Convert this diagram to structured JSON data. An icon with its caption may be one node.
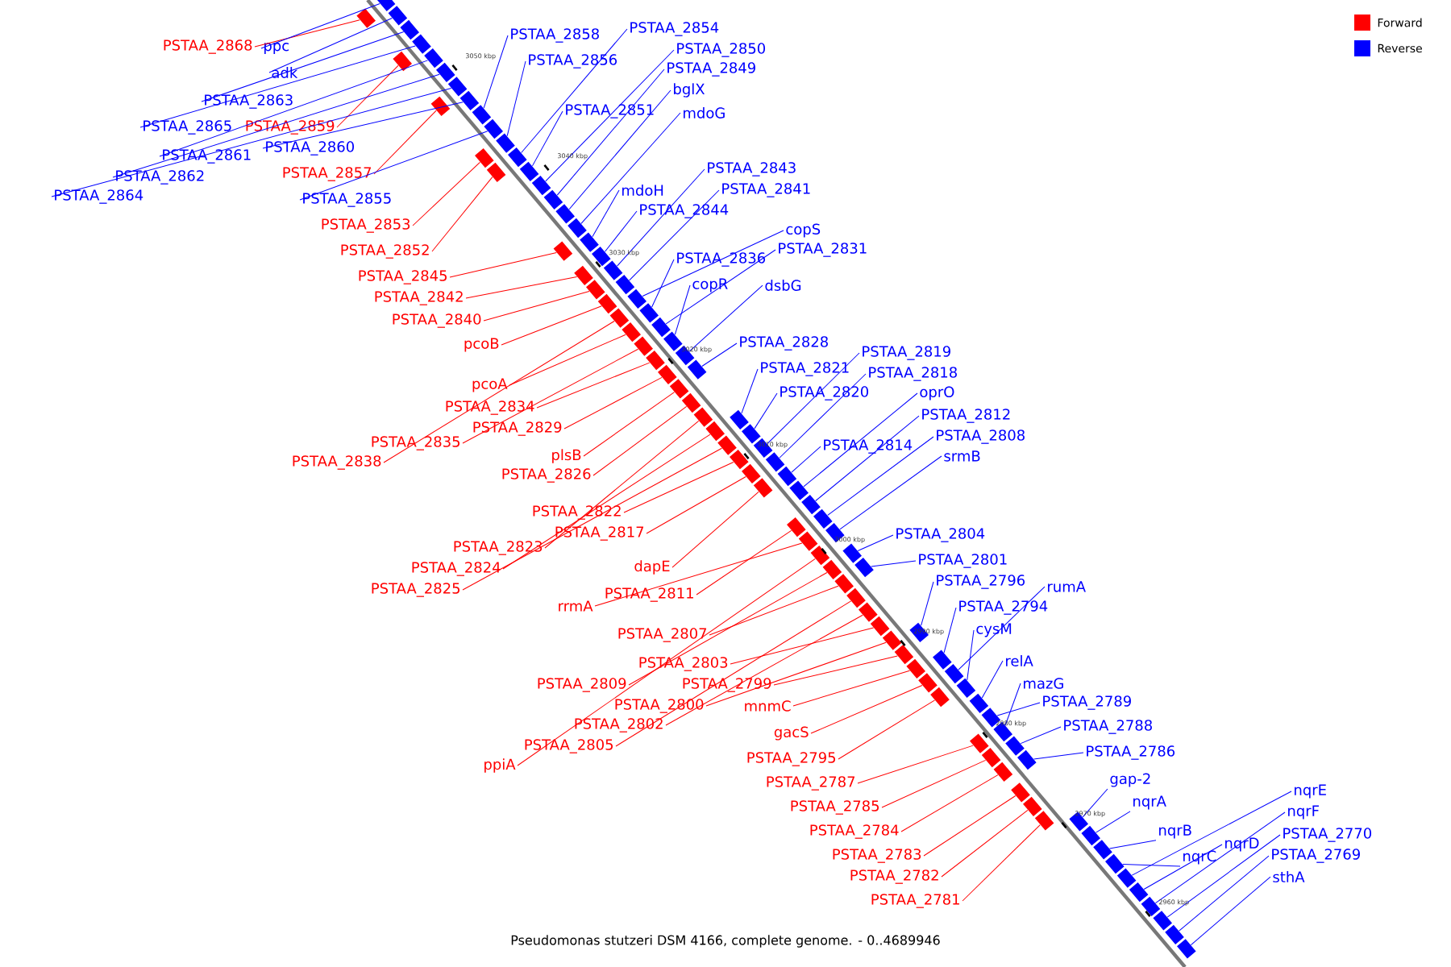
{
  "diagram": {
    "caption": "Pseudomonas stutzeri DSM 4166, complete genome. - 0..4689946",
    "nodes": [
      {
        "text": [
          "PSTAA_2868"
        ]
      },
      {
        "text": [
          "ppc"
        ]
      },
      {
        "text": [
          "PSTAA_2858"
        ]
      },
      {
        "text": [
          "PSTAA_2854"
        ]
      },
      {
        "text": [
          "PSTAA_2856"
        ]
      },
      {
        "text": [
          "PSTAA_2850"
        ]
      },
      {
        "text": [
          "adk"
        ]
      },
      {
        "text": [
          "PSTAA_2849"
        ]
      },
      {
        "text": [
          "bglX"
        ]
      },
      {
        "text": [
          "PSTAA_2863"
        ]
      },
      {
        "text": [
          "PSTAA_2851"
        ]
      },
      {
        "text": [
          "mdoG"
        ]
      },
      {
        "text": [
          "PSTAA_2865"
        ]
      },
      {
        "text": [
          "PSTAA_2859"
        ]
      },
      {
        "text": [
          "PSTAA_2860"
        ]
      },
      {
        "text": [
          "PSTAA_2861"
        ]
      },
      {
        "text": [
          "PSTAA_2843"
        ]
      },
      {
        "text": [
          "PSTAA_2857"
        ]
      },
      {
        "text": [
          "PSTAA_2862"
        ]
      },
      {
        "text": [
          "mdoH"
        ]
      },
      {
        "text": [
          "PSTAA_2841"
        ]
      },
      {
        "text": [
          "PSTAA_2864"
        ]
      },
      {
        "text": [
          "PSTAA_2855"
        ]
      },
      {
        "text": [
          "PSTAA_2844"
        ]
      },
      {
        "text": [
          "PSTAA_2853"
        ]
      },
      {
        "text": [
          "copS"
        ]
      },
      {
        "text": [
          "PSTAA_2831"
        ]
      },
      {
        "text": [
          "PSTAA_2852"
        ]
      },
      {
        "text": [
          "PSTAA_2836"
        ]
      },
      {
        "text": [
          "PSTAA_2845"
        ]
      },
      {
        "text": [
          "copR"
        ]
      },
      {
        "text": [
          "dsbG"
        ]
      },
      {
        "text": [
          "PSTAA_2842"
        ]
      },
      {
        "text": [
          "PSTAA_2840"
        ]
      },
      {
        "text": [
          "PSTAA_2828"
        ]
      },
      {
        "text": [
          "pcoB"
        ]
      },
      {
        "text": [
          "PSTAA_2819"
        ]
      },
      {
        "text": [
          "PSTAA_2821"
        ]
      },
      {
        "text": [
          "PSTAA_2818"
        ]
      },
      {
        "text": [
          "pcoA"
        ]
      },
      {
        "text": [
          "PSTAA_2820"
        ]
      },
      {
        "text": [
          "oprO"
        ]
      },
      {
        "text": [
          "PSTAA_2834"
        ]
      },
      {
        "text": [
          "PSTAA_2812"
        ]
      },
      {
        "text": [
          "PSTAA_2829"
        ]
      },
      {
        "text": [
          "PSTAA_2808"
        ]
      },
      {
        "text": [
          "PSTAA_2835"
        ]
      },
      {
        "text": [
          "PSTAA_2814"
        ]
      },
      {
        "text": [
          "plsB"
        ]
      },
      {
        "text": [
          "srmB"
        ]
      },
      {
        "text": [
          "PSTAA_2838"
        ]
      },
      {
        "text": [
          "PSTAA_2826"
        ]
      },
      {
        "text": [
          "PSTAA_2822"
        ]
      },
      {
        "text": [
          "PSTAA_2817"
        ]
      },
      {
        "text": [
          "PSTAA_2804"
        ]
      },
      {
        "text": [
          "PSTAA_2823"
        ]
      },
      {
        "text": [
          "PSTAA_2801"
        ]
      },
      {
        "text": [
          "dapE"
        ]
      },
      {
        "text": [
          "PSTAA_2824"
        ]
      },
      {
        "text": [
          "PSTAA_2796"
        ]
      },
      {
        "text": [
          "rumA"
        ]
      },
      {
        "text": [
          "PSTAA_2825"
        ]
      },
      {
        "text": [
          "PSTAA_2811"
        ]
      },
      {
        "text": [
          "rrmA"
        ]
      },
      {
        "text": [
          "PSTAA_2794"
        ]
      },
      {
        "text": [
          "cysM"
        ]
      },
      {
        "text": [
          "PSTAA_2807"
        ]
      },
      {
        "text": [
          "relA"
        ]
      },
      {
        "text": [
          "PSTAA_2803"
        ]
      },
      {
        "text": [
          "mazG"
        ]
      },
      {
        "text": [
          "PSTAA_2809"
        ]
      },
      {
        "text": [
          "PSTAA_2799"
        ]
      },
      {
        "text": [
          "PSTAA_2789"
        ]
      },
      {
        "text": [
          "PSTAA_2800"
        ]
      },
      {
        "text": [
          "mnmC"
        ]
      },
      {
        "text": [
          "PSTAA_2802"
        ]
      },
      {
        "text": [
          "PSTAA_2788"
        ]
      },
      {
        "text": [
          "gacS"
        ]
      },
      {
        "text": [
          "PSTAA_2805"
        ]
      },
      {
        "text": [
          "PSTAA_2786"
        ]
      },
      {
        "text": [
          "PSTAA_2795"
        ]
      },
      {
        "text": [
          "ppiA"
        ]
      },
      {
        "text": [
          "gap-2"
        ]
      },
      {
        "text": [
          "PSTAA_2787"
        ]
      },
      {
        "text": [
          "nqrE"
        ]
      },
      {
        "text": [
          "nqrA"
        ]
      },
      {
        "text": [
          "PSTAA_2785"
        ]
      },
      {
        "text": [
          "nqrF"
        ]
      },
      {
        "text": [
          "nqrB"
        ]
      },
      {
        "text": [
          "PSTAA_2784"
        ]
      },
      {
        "text": [
          "PSTAA_2770"
        ]
      },
      {
        "text": [
          "nqrD"
        ]
      },
      {
        "text": [
          "PSTAA_2769"
        ]
      },
      {
        "text": [
          "PSTAA_2783"
        ]
      },
      {
        "text": [
          "nqrC"
        ]
      },
      {
        "text": [
          "sthA"
        ]
      },
      {
        "text": [
          "PSTAA_2782"
        ]
      },
      {
        "text": [
          "PSTAA_2781"
        ]
      },
      {
        "text": [],
        "shape": "box"
      },
      {
        "text": [],
        "shape": "box"
      },
      {
        "text": [],
        "shape": "box"
      },
      {
        "text": [],
        "shape": "box"
      },
      {
        "text": [],
        "shape": "box"
      },
      {
        "text": [],
        "shape": "box"
      },
      {
        "text": [],
        "shape": "box"
      },
      {
        "text": [],
        "shape": "box"
      },
      {
        "text": [],
        "shape": "box"
      },
      {
        "text": [],
        "shape": "box"
      },
      {
        "text": [],
        "shape": "box"
      },
      {
        "text": [],
        "shape": "box"
      },
      {
        "text": [],
        "shape": "box"
      },
      {
        "text": [],
        "shape": "box"
      },
      {
        "text": [],
        "shape": "box"
      },
      {
        "text": [],
        "shape": "box"
      },
      {
        "text": [],
        "shape": "box"
      },
      {
        "text": [],
        "shape": "box"
      },
      {
        "text": [],
        "shape": "box"
      },
      {
        "text": [],
        "shape": "box"
      },
      {
        "text": [],
        "shape": "box"
      },
      {
        "text": [],
        "shape": "box"
      },
      {
        "text": [],
        "shape": "box"
      },
      {
        "text": [],
        "shape": "box"
      },
      {
        "text": [],
        "shape": "box"
      },
      {
        "text": [],
        "shape": "box"
      },
      {
        "text": [],
        "shape": "box"
      },
      {
        "text": [],
        "shape": "box"
      },
      {
        "text": [],
        "shape": "box"
      },
      {
        "text": [],
        "shape": "box"
      },
      {
        "text": [],
        "shape": "box"
      },
      {
        "text": [],
        "shape": "box"
      },
      {
        "text": [],
        "shape": "box"
      },
      {
        "text": [],
        "shape": "box"
      },
      {
        "text": [],
        "shape": "box"
      },
      {
        "text": [],
        "shape": "box"
      },
      {
        "text": [],
        "shape": "box"
      },
      {
        "text": [],
        "shape": "box"
      },
      {
        "text": [],
        "shape": "box"
      },
      {
        "text": [],
        "shape": "box"
      },
      {
        "text": [],
        "shape": "box"
      },
      {
        "text": [],
        "shape": "box"
      },
      {
        "text": [],
        "shape": "box"
      },
      {
        "text": [],
        "shape": "box"
      },
      {
        "text": [],
        "shape": "box"
      },
      {
        "text": [],
        "shape": "box"
      },
      {
        "text": [],
        "shape": "box"
      },
      {
        "text": [],
        "shape": "box"
      },
      {
        "text": [],
        "shape": "box"
      },
      {
        "text": [],
        "shape": "box"
      },
      {
        "text": [],
        "shape": "box"
      },
      {
        "text": [],
        "shape": "box"
      },
      {
        "text": [],
        "shape": "box"
      },
      {
        "text": [],
        "shape": "box"
      },
      {
        "text": [],
        "shape": "box"
      },
      {
        "text": [],
        "shape": "box"
      },
      {
        "text": [],
        "shape": "box"
      },
      {
        "text": [],
        "shape": "box"
      },
      {
        "text": [],
        "shape": "box"
      },
      {
        "text": [],
        "shape": "box"
      },
      {
        "text": [],
        "shape": "box"
      },
      {
        "text": [],
        "shape": "box"
      },
      {
        "text": [],
        "shape": "box"
      },
      {
        "text": [],
        "shape": "box"
      },
      {
        "text": [],
        "shape": "box"
      },
      {
        "text": [],
        "shape": "box"
      },
      {
        "text": [],
        "shape": "box"
      },
      {
        "text": [],
        "shape": "box"
      },
      {
        "text": [],
        "shape": "box"
      },
      {
        "text": [],
        "shape": "box"
      },
      {
        "text": [],
        "shape": "box"
      },
      {
        "text": [],
        "shape": "box"
      },
      {
        "text": [],
        "shape": "box"
      },
      {
        "text": [],
        "shape": "box"
      },
      {
        "text": [],
        "shape": "box"
      },
      {
        "text": [],
        "shape": "box"
      },
      {
        "text": [],
        "shape": "box"
      },
      {
        "text": [],
        "shape": "box"
      },
      {
        "text": [],
        "shape": "box"
      },
      {
        "text": [],
        "shape": "box"
      },
      {
        "text": [],
        "shape": "box"
      },
      {
        "text": [],
        "shape": "box"
      },
      {
        "text": [],
        "shape": "box"
      },
      {
        "text": [],
        "shape": "box"
      },
      {
        "text": [],
        "shape": "box"
      },
      {
        "text": [],
        "shape": "box"
      },
      {
        "text": [],
        "shape": "box"
      },
      {
        "text": [],
        "shape": "box"
      },
      {
        "text": [],
        "shape": "box"
      },
      {
        "text": [],
        "shape": "box"
      },
      {
        "text": [],
        "shape": "box"
      },
      {
        "text": [],
        "shape": "box"
      },
      {
        "text": [],
        "shape": "box"
      },
      {
        "text": [],
        "shape": "box"
      },
      {
        "text": [],
        "shape": "box"
      },
      {
        "text": [],
        "shape": "box"
      },
      {
        "text": [],
        "shape": "box"
      },
      {
        "text": [],
        "shape": "box"
      }
    ],
    "edges": [
      {
        "from": 0,
        "to": 98,
        "arrow": "none",
        "color": "#ff0000"
      },
      {
        "from": 1,
        "to": 99,
        "arrow": "none"
      },
      {
        "from": 2,
        "to": 100,
        "arrow": "none"
      },
      {
        "from": 3,
        "to": 101,
        "arrow": "none"
      },
      {
        "from": 4,
        "to": 102,
        "arrow": "none"
      },
      {
        "from": 5,
        "to": 103,
        "arrow": "none"
      },
      {
        "from": 6,
        "to": 104,
        "arrow": "none"
      },
      {
        "from": 7,
        "to": 105,
        "arrow": "none"
      },
      {
        "from": 8,
        "to": 106,
        "arrow": "none"
      },
      {
        "from": 9,
        "to": 107,
        "arrow": "none"
      },
      {
        "from": 10,
        "to": 108,
        "arrow": "none"
      },
      {
        "from": 11,
        "to": 109,
        "arrow": "none"
      },
      {
        "from": 12,
        "to": 110,
        "arrow": "none"
      },
      {
        "from": 13,
        "to": 111,
        "arrow": "none",
        "color": "#ff0000"
      },
      {
        "from": 14,
        "to": 112,
        "arrow": "none"
      },
      {
        "from": 15,
        "to": 113,
        "arrow": "none"
      },
      {
        "from": 16,
        "to": 114,
        "arrow": "none"
      },
      {
        "from": 17,
        "to": 115,
        "arrow": "none",
        "color": "#ff0000"
      },
      {
        "from": 18,
        "to": 116,
        "arrow": "none"
      },
      {
        "from": 19,
        "to": 117,
        "arrow": "none"
      },
      {
        "from": 20,
        "to": 118,
        "arrow": "none"
      },
      {
        "from": 21,
        "to": 119,
        "arrow": "none"
      },
      {
        "from": 22,
        "to": 120,
        "arrow": "none"
      },
      {
        "from": 23,
        "to": 121,
        "arrow": "none"
      },
      {
        "from": 24,
        "to": 122,
        "arrow": "none",
        "color": "#ff0000"
      },
      {
        "from": 25,
        "to": 123,
        "arrow": "none"
      },
      {
        "from": 26,
        "to": 124,
        "arrow": "none"
      },
      {
        "from": 27,
        "to": 125,
        "arrow": "none",
        "color": "#ff0000"
      },
      {
        "from": 28,
        "to": 126,
        "arrow": "none"
      },
      {
        "from": 29,
        "to": 127,
        "arrow": "none",
        "color": "#ff0000"
      },
      {
        "from": 30,
        "to": 128,
        "arrow": "none"
      },
      {
        "from": 31,
        "to": 129,
        "arrow": "none"
      },
      {
        "from": 32,
        "to": 130,
        "arrow": "none",
        "color": "#ff0000"
      },
      {
        "from": 33,
        "to": 131,
        "arrow": "none",
        "color": "#ff0000"
      },
      {
        "from": 34,
        "to": 132,
        "arrow": "none"
      },
      {
        "from": 35,
        "to": 133,
        "arrow": "none",
        "color": "#ff0000"
      },
      {
        "from": 36,
        "to": 134,
        "arrow": "none"
      },
      {
        "from": 37,
        "to": 135,
        "arrow": "none"
      },
      {
        "from": 38,
        "to": 136,
        "arrow": "none"
      },
      {
        "from": 39,
        "to": 137,
        "arrow": "none",
        "color": "#ff0000"
      },
      {
        "from": 40,
        "to": 138,
        "arrow": "none"
      },
      {
        "from": 41,
        "to": 139,
        "arrow": "none"
      },
      {
        "from": 42,
        "to": 140,
        "arrow": "none",
        "color": "#ff0000"
      },
      {
        "from": 43,
        "to": 141,
        "arrow": "none"
      },
      {
        "from": 44,
        "to": 142,
        "arrow": "none",
        "color": "#ff0000"
      },
      {
        "from": 45,
        "to": 143,
        "arrow": "none"
      },
      {
        "from": 46,
        "to": 144,
        "arrow": "none",
        "color": "#ff0000"
      },
      {
        "from": 47,
        "to": 145,
        "arrow": "none"
      },
      {
        "from": 48,
        "to": 146,
        "arrow": "none",
        "color": "#ff0000"
      },
      {
        "from": 49,
        "to": 147,
        "arrow": "none"
      },
      {
        "from": 50,
        "to": 148,
        "arrow": "none",
        "color": "#ff0000"
      },
      {
        "from": 51,
        "to": 149,
        "arrow": "none",
        "color": "#ff0000"
      },
      {
        "from": 52,
        "to": 150,
        "arrow": "none",
        "color": "#ff0000"
      },
      {
        "from": 53,
        "to": 151,
        "arrow": "none",
        "color": "#ff0000"
      },
      {
        "from": 54,
        "to": 152,
        "arrow": "none"
      },
      {
        "from": 55,
        "to": 153,
        "arrow": "none",
        "color": "#ff0000"
      },
      {
        "from": 56,
        "to": 154,
        "arrow": "none"
      },
      {
        "from": 57,
        "to": 155,
        "arrow": "none",
        "color": "#ff0000"
      },
      {
        "from": 58,
        "to": 156,
        "arrow": "none",
        "color": "#ff0000"
      },
      {
        "from": 59,
        "to": 157,
        "arrow": "none"
      },
      {
        "from": 60,
        "to": 158,
        "arrow": "none"
      },
      {
        "from": 61,
        "to": 159,
        "arrow": "none",
        "color": "#ff0000"
      },
      {
        "from": 62,
        "to": 160,
        "arrow": "none",
        "color": "#ff0000"
      },
      {
        "from": 63,
        "to": 161,
        "arrow": "none",
        "color": "#ff0000"
      },
      {
        "from": 64,
        "to": 162,
        "arrow": "none"
      },
      {
        "from": 65,
        "to": 163,
        "arrow": "none"
      },
      {
        "from": 66,
        "to": 164,
        "arrow": "none",
        "color": "#ff0000"
      },
      {
        "from": 67,
        "to": 165,
        "arrow": "none"
      },
      {
        "from": 68,
        "to": 166,
        "arrow": "none",
        "color": "#ff0000"
      },
      {
        "from": 69,
        "to": 167,
        "arrow": "none"
      },
      {
        "from": 70,
        "to": 168,
        "arrow": "none",
        "color": "#ff0000"
      },
      {
        "from": 71,
        "to": 169,
        "arrow": "none",
        "color": "#ff0000"
      },
      {
        "from": 72,
        "to": 170,
        "arrow": "none"
      },
      {
        "from": 73,
        "to": 171,
        "arrow": "none",
        "color": "#ff0000"
      },
      {
        "from": 74,
        "to": 172,
        "arrow": "none",
        "color": "#ff0000"
      },
      {
        "from": 75,
        "to": 173,
        "arrow": "none",
        "color": "#ff0000"
      },
      {
        "from": 76,
        "to": 174,
        "arrow": "none"
      },
      {
        "from": 77,
        "to": 175,
        "arrow": "none",
        "color": "#ff0000"
      },
      {
        "from": 78,
        "to": 176,
        "arrow": "none",
        "color": "#ff0000"
      },
      {
        "from": 79,
        "to": 177,
        "arrow": "none"
      },
      {
        "from": 80,
        "to": 178,
        "arrow": "none",
        "color": "#ff0000"
      },
      {
        "from": 81,
        "to": 179,
        "arrow": "none",
        "color": "#ff0000"
      },
      {
        "from": 82,
        "to": 180,
        "arrow": "none"
      },
      {
        "from": 83,
        "to": 181,
        "arrow": "none",
        "color": "#ff0000"
      },
      {
        "from": 84,
        "to": 182,
        "arrow": "none"
      },
      {
        "from": 85,
        "to": 183,
        "arrow": "none"
      },
      {
        "from": 86,
        "to": 184,
        "arrow": "none",
        "color": "#ff0000"
      },
      {
        "from": 87,
        "to": 185,
        "arrow": "none"
      },
      {
        "from": 88,
        "to": 186,
        "arrow": "none"
      },
      {
        "from": 89,
        "to": 187,
        "arrow": "none",
        "color": "#ff0000"
      },
      {
        "from": 90,
        "to": 188,
        "arrow": "none"
      },
      {
        "from": 91,
        "to": 189,
        "arrow": "none"
      },
      {
        "from": 92,
        "to": 190,
        "arrow": "none"
      },
      {
        "from": 93,
        "to": 191,
        "arrow": "none",
        "color": "#ff0000"
      },
      {
        "from": 94,
        "to": 192,
        "arrow": "none"
      },
      {
        "from": 95,
        "to": 193,
        "arrow": "none"
      },
      {
        "from": 96,
        "to": 194,
        "arrow": "none",
        "color": "#ff0000"
      },
      {
        "from": 97,
        "to": 195,
        "arrow": "none",
        "color": "#ff0000"
      }
    ],
    "labels": [
      "3050 kbp",
      "3040 kbp",
      "3030 kbp",
      "3020 kbp",
      "3010 kbp",
      "3000 kbp",
      "2990 kbp",
      "2980 kbp",
      "2970 kbp",
      "2960 kbp"
    ],
    "legend": [
      {
        "text": "Forward",
        "color": "#ff0000"
      },
      {
        "text": "Reverse",
        "color": "#0000ff"
      }
    ]
  }
}
